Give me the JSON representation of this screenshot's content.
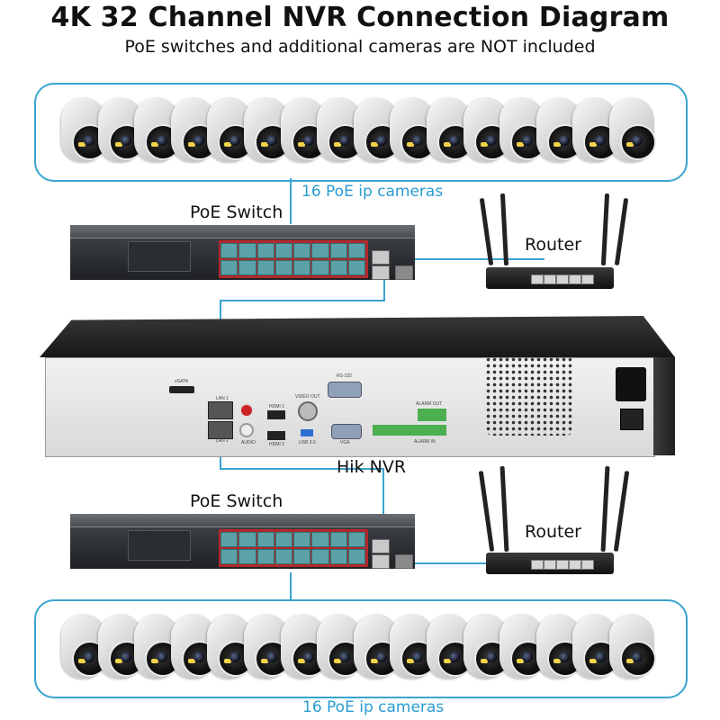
{
  "title": "4K 32 Channel NVR Connection Diagram",
  "subtitle": "PoE switches and additional cameras are NOT included",
  "top_group": {
    "label": "16 PoE ip cameras",
    "camera_count": 16,
    "icon": "dome-camera-icon"
  },
  "bottom_group": {
    "label": "16 PoE ip cameras",
    "camera_count": 16,
    "icon": "dome-camera-icon"
  },
  "top_switch": {
    "label": "PoE Switch",
    "port_count": 16
  },
  "bottom_switch": {
    "label": "PoE Switch",
    "port_count": 16
  },
  "top_router": {
    "label": "Router"
  },
  "bottom_router": {
    "label": "Router"
  },
  "nvr": {
    "label": "Hik NVR",
    "port_labels": {
      "esata": "eSATA",
      "rs232": "RS-232",
      "video_out": "VIDEO OUT",
      "hdmi1": "HDMI 1",
      "hdmi2": "HDMI 2",
      "usb": "USB 3.0",
      "vga": "VGA",
      "audio": "AUDIO",
      "alarm_out": "ALARM OUT",
      "alarm_in": "ALARM IN",
      "lan1": "LAN 1",
      "lan2": "LAN 2"
    }
  },
  "colors": {
    "accent": "#3aa4cf",
    "port_block": "#b2282a",
    "port": "#5aa2a8"
  }
}
